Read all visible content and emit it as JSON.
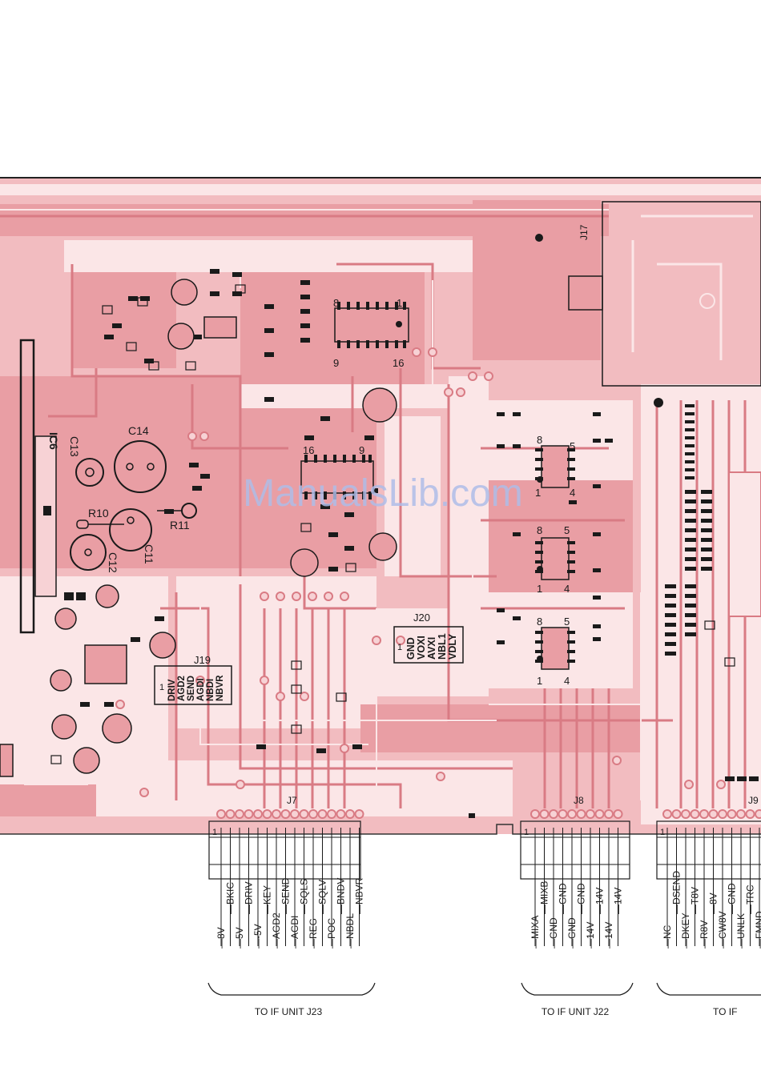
{
  "board": {
    "components": {
      "ic6": "IC6",
      "c13": "C13",
      "c14": "C14",
      "r10": "R10",
      "r11": "R11",
      "c12": "C12",
      "c11": "C11",
      "j17": "J17",
      "j19": "J19",
      "j20": "J20"
    },
    "pin_numbers": {
      "ic_top_8": "8",
      "ic_top_1": "1",
      "ic_top_9": "9",
      "ic_top_16": "16",
      "ic_mid_16": "16",
      "ic_mid_9": "9",
      "ic_r1_8": "8",
      "ic_r1_5": "5",
      "ic_r1_1": "1",
      "ic_r1_4": "4",
      "ic_r2_8": "8",
      "ic_r2_5": "5",
      "ic_r2_1": "1",
      "ic_r2_4": "4",
      "ic_r3_8": "8",
      "ic_r3_5": "5",
      "ic_r3_1": "1",
      "ic_r3_4": "4",
      "j19_1": "1",
      "j20_1": "1"
    },
    "j19_pins": [
      "DRIV",
      "AGD2",
      "SEND",
      "AGDI",
      "NBDI",
      "NBVR"
    ],
    "j20_pins": [
      "GND",
      "VOXI",
      "AVXI",
      "NBL1",
      "VDLY"
    ]
  },
  "watermark": "ManualsLib.com",
  "connectors": [
    {
      "name": "J7",
      "pin1": "1",
      "pins_top": [
        "BKIC",
        "DRIV",
        "KEY",
        "SEND",
        "SQLS",
        "SQLV",
        "BNDV",
        "NBVR"
      ],
      "pins_bottom": [
        "8V",
        "5V",
        "-5V",
        "AGD2",
        "AGDI",
        "REG",
        "POC",
        "NBDL"
      ],
      "destination": "TO IF UNIT J23"
    },
    {
      "name": "J8",
      "pin1": "1",
      "pins_top": [
        "MIXB",
        "GND",
        "GND",
        "14V",
        "14V"
      ],
      "pins_bottom": [
        "MIXA",
        "GND",
        "GND",
        "14V",
        "14V"
      ],
      "destination": "TO IF UNIT J22"
    },
    {
      "name": "J9",
      "pin1": "1",
      "pins_top": [
        "DSEND",
        "T8V",
        "8V",
        "GND",
        "TRC"
      ],
      "pins_bottom": [
        "NC",
        "DKEY",
        "R8V",
        "CW8V",
        "UNLK",
        "FMND"
      ],
      "destination": "TO IF"
    }
  ],
  "colors": {
    "board": "#f2bcc0",
    "copper": "#e79aa0",
    "trace_dark": "#d97b84",
    "gap": "#fbe6e7",
    "ink": "#1a1a1a",
    "watermark": "#aebce8"
  }
}
